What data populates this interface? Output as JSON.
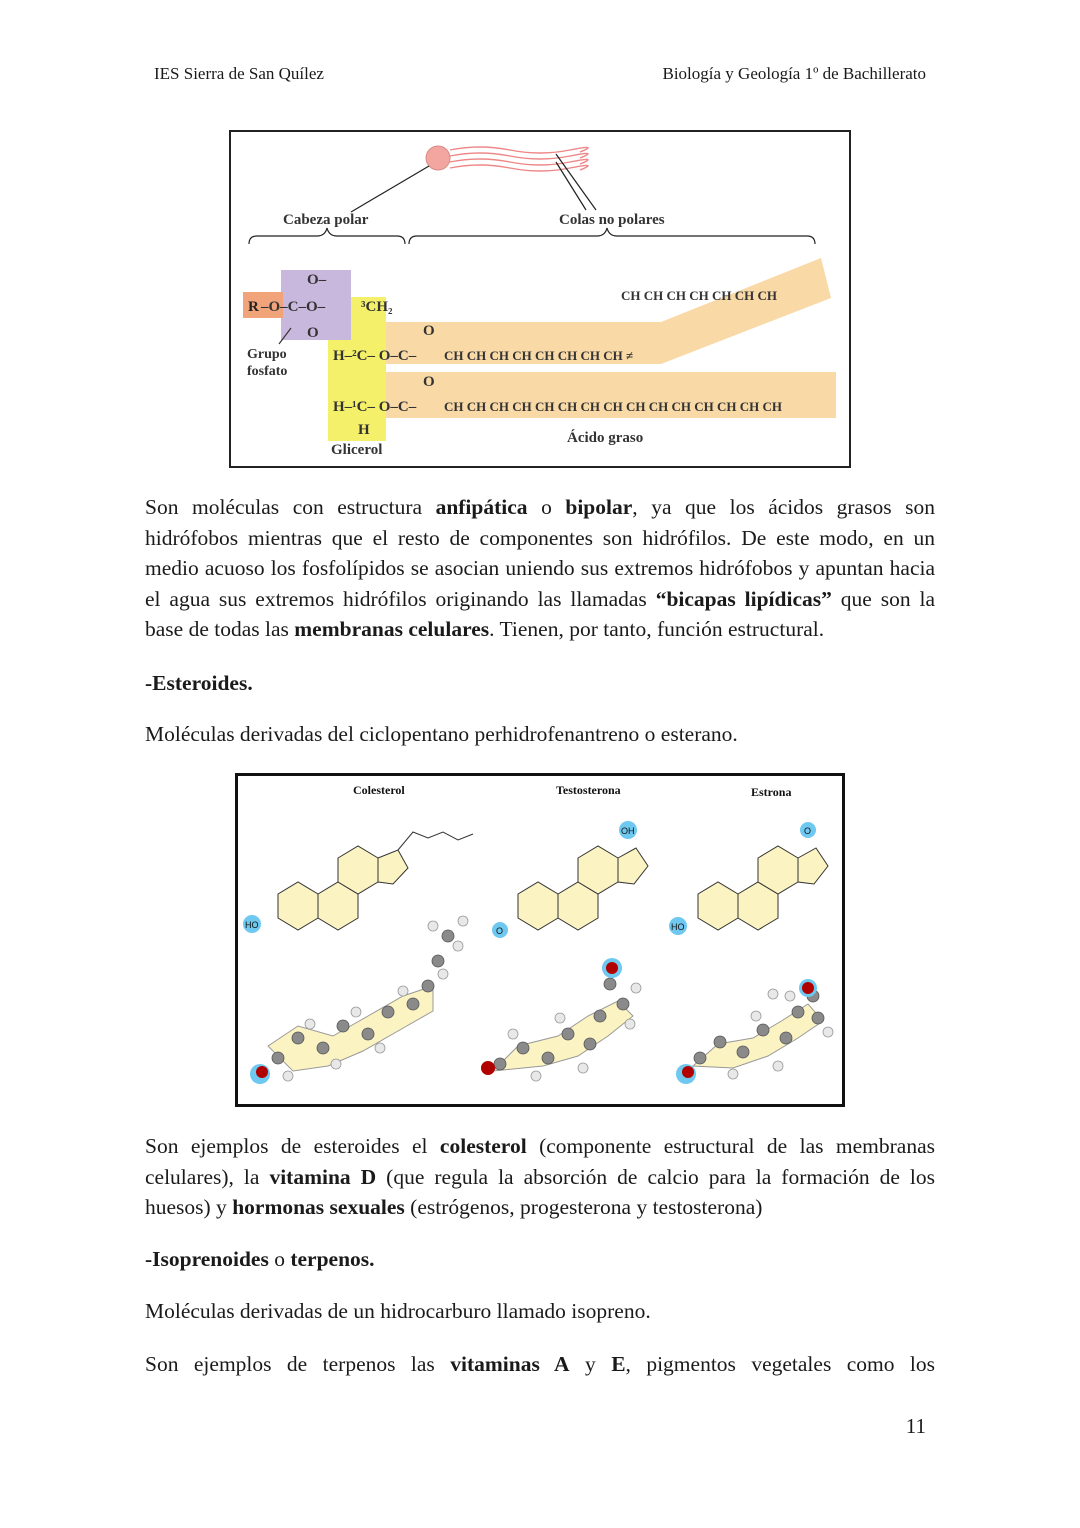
{
  "header": {
    "school": "IES Sierra de San Quílez",
    "course": "Biología y Geología 1º de Bachillerato"
  },
  "figure1": {
    "head_label": "Cabeza polar",
    "tails_label": "Colas no polares",
    "r_group": "R",
    "phosphate_group": "Grupo\nfosfato",
    "glycerol": "Glicerol",
    "fatty_acid": "Ácido graso",
    "chain_upper": "CH CH CH CH CH CH CH",
    "chain_middle": "CH CH CH CH CH CH CH CH ≠",
    "chain_lower": "CH CH CH CH CH CH CH CH CH CH CH CH CH CH CH"
  },
  "para1": {
    "t1": "Son moléculas con estructura ",
    "b1": "anfipática",
    "t2": " o ",
    "b2": "bipolar",
    "t3": ", ya que los ácidos grasos son hidrófobos mientras que el resto de componentes son hidrófilos. De este modo, en un medio acuoso los fosfolípidos se asocian uniendo sus extremos hidrófobos y apuntan hacia el agua sus extremos hidrófilos originando las llamadas ",
    "b3": "“bicapas lipídicas”",
    "t4": " que son la base de todas las ",
    "b4": "membranas celulares",
    "t5": ". Tienen, por tanto, función estructural."
  },
  "heading_steroids": "-Esteroides.",
  "steroids_intro": "Moléculas derivadas del ciclopentano perhidrofenantreno o esterano.",
  "figure2": {
    "labels": [
      "Colesterol",
      "Testosterona",
      "Estrona"
    ],
    "oh": "OH",
    "ho": "HO",
    "o": "O"
  },
  "para2": {
    "t1": "Son ejemplos de esteroides el ",
    "b1": "colesterol",
    "t2": " (componente estructural de las membranas celulares), la ",
    "b2": "vitamina D",
    "t3": " (que regula la absorción de calcio para la formación de los huesos) y ",
    "b3": "hormonas sexuales",
    "t4": " (estrógenos, progesterona y testosterona)"
  },
  "heading_terpenes": {
    "b1": "-Isoprenoides",
    "t1": " o ",
    "b2": "terpenos."
  },
  "terpenes_intro": "Moléculas derivadas de un hidrocarburo llamado isopreno.",
  "para3": {
    "t1": "Son ejemplos de terpenos las ",
    "b1": "vitaminas A",
    "t2": " y ",
    "b2": "E",
    "t3": ", pigmentos vegetales como los"
  },
  "page_number": "11",
  "colors": {
    "phosphate": "#c9b8dd",
    "glycerol": "#f4f06a",
    "fatty_acid": "#f9d9a6",
    "r_group": "#f1a37a",
    "steroid_ring": "#fbf3c2",
    "oxygen_highlight": "#6ec8f0",
    "oxygen_atom": "#b00000"
  }
}
